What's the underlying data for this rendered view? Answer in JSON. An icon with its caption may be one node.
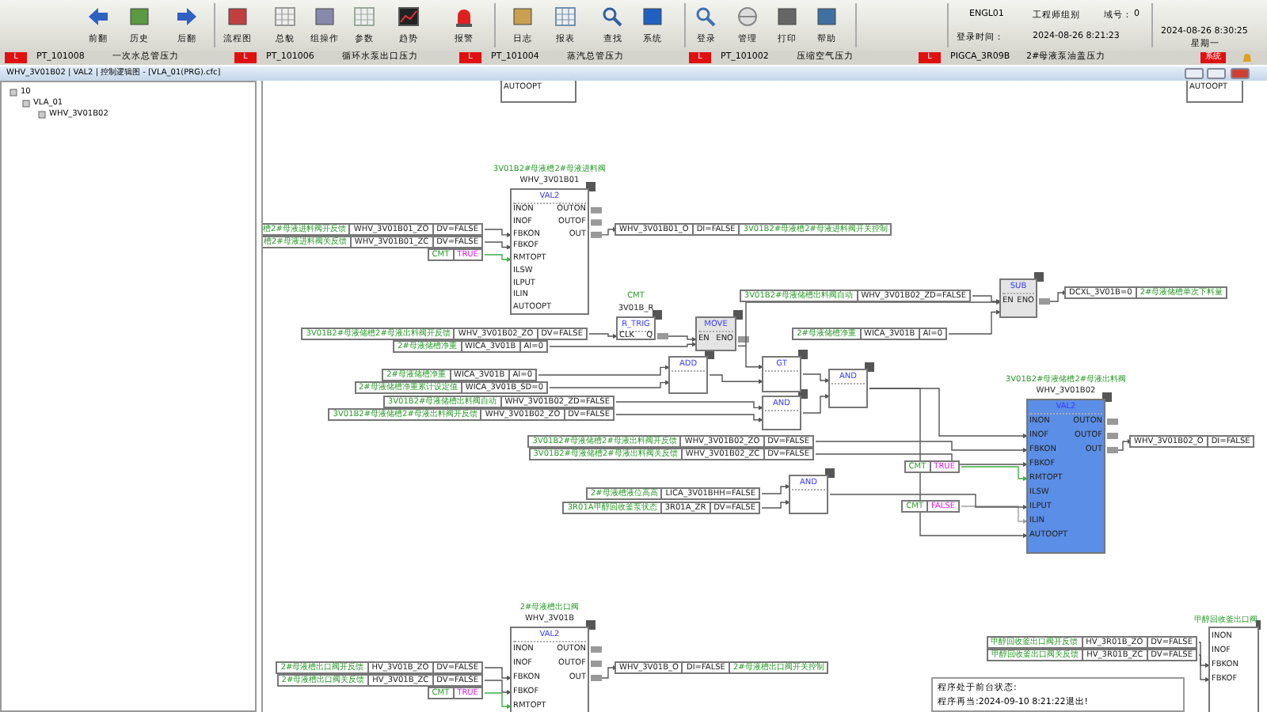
{
  "diagram": {
    "nodes": [
      {
        "text": [
          "AUTOOPT"
        ]
      },
      {
        "text": [
          "AUTOOPT"
        ]
      },
      {
        "text": [
          "3V01B2#母液槽2#母液进料阀",
          "WHV_3V01B01",
          "VAL2",
          "INON",
          "INOF",
          "FBKON",
          "FBKOF",
          "RMTOPT",
          "ILSW",
          "ILPUT",
          "ILIN",
          "AUTOOPT",
          "OUTON",
          "OUTOF",
          "OUT"
        ]
      },
      {
        "text": [
          "槽2#母液进料阀开反馈",
          "WHV_3V01B01_ZO",
          "DV=FALSE"
        ]
      },
      {
        "text": [
          "槽2#母液进料阀关反馈",
          "WHV_3V01B01_ZC",
          "DV=FALSE"
        ]
      },
      {
        "text": [
          "CMT",
          "TRUE"
        ]
      },
      {
        "text": [
          "WHV_3V01B01_O",
          "DI=FALSE",
          "3V01B2#母液槽2#母液进料阀开关控制"
        ]
      },
      {
        "text": [
          "CMT",
          "3V01B_R",
          "R_TRIG",
          "CLK",
          "Q"
        ]
      },
      {
        "text": [
          "3V01B2#母液储槽2#母液出料阀开反馈",
          "WHV_3V01B02_ZO",
          "DV=FALSE"
        ]
      },
      {
        "text": [
          "MOVE",
          "EN",
          "ENO"
        ]
      },
      {
        "text": [
          "2#母液储槽净重",
          "WICA_3V01B",
          "AI=0"
        ]
      },
      {
        "text": [
          "ADD"
        ]
      },
      {
        "text": [
          "2#母液储槽净重",
          "WICA_3V01B",
          "AI=0"
        ]
      },
      {
        "text": [
          "2#母液储槽净重累计设定值",
          "WICA_3V01B_SD=0"
        ]
      },
      {
        "text": [
          "3V01B2#母液储槽出料阀自动",
          "WHV_3V01B02_ZD=FALSE"
        ]
      },
      {
        "text": [
          "3V01B2#母液储槽2#母液出料阀开反馈",
          "WHV_3V01B02_ZO",
          "DV=FALSE"
        ]
      },
      {
        "text": [
          "GT"
        ]
      },
      {
        "text": [
          "AND"
        ]
      },
      {
        "text": [
          "AND"
        ]
      },
      {
        "text": [
          "SUB",
          "EN",
          "ENO"
        ]
      },
      {
        "text": [
          "3V01B2#母液储槽出料阀自动",
          "WHV_3V01B02_ZD=FALSE"
        ]
      },
      {
        "text": [
          "2#母液储槽净重",
          "WICA_3V01B",
          "AI=0"
        ]
      },
      {
        "text": [
          "DCXL_3V01B=0",
          "2#母液储槽单次下料量"
        ]
      },
      {
        "text": [
          "3V01B2#母液储槽2#母液出料阀",
          "WHV_3V01B02",
          "VAL2",
          "INON",
          "INOF",
          "FBKON",
          "FBKOF",
          "RMTOPT",
          "ILSW",
          "ILPUT",
          "ILIN",
          "AUTOOPT",
          "OUTON",
          "OUTOF",
          "OUT"
        ]
      },
      {
        "text": [
          "3V01B2#母液储槽2#母液出料阀开反馈",
          "WHV_3V01B02_ZO",
          "DV=FALSE"
        ]
      },
      {
        "text": [
          "3V01B2#母液储槽2#母液出料阀关反馈",
          "WHV_3V01B02_ZC",
          "DV=FALSE"
        ]
      },
      {
        "text": [
          "CMT",
          "TRUE"
        ]
      },
      {
        "text": [
          "CMT",
          "FALSE"
        ]
      },
      {
        "text": [
          "WHV_3V01B02_O",
          "DI=FALSE"
        ]
      },
      {
        "text": [
          "AND"
        ]
      },
      {
        "text": [
          "2#母液槽液位高高",
          "LICA_3V01BHH=FALSE"
        ]
      },
      {
        "text": [
          "3R01A甲醇回收釜泵状态",
          "3R01A_ZR",
          "DV=FALSE"
        ]
      },
      {
        "text": [
          "2#母液槽出口阀",
          "WHV_3V01B",
          "VAL2",
          "INON",
          "INOF",
          "FBKON",
          "FBKOF",
          "RMTOPT",
          "OUTON",
          "OUTOF",
          "OUT"
        ]
      },
      {
        "text": [
          "2#母液槽出口阀开反馈",
          "HV_3V01B_ZO",
          "DV=FALSE"
        ]
      },
      {
        "text": [
          "2#母液槽出口阀关反馈",
          "HV_3V01B_ZC",
          "DV=FALSE"
        ]
      },
      {
        "text": [
          "CMT",
          "TRUE"
        ]
      },
      {
        "text": [
          "WHV_3V01B_O",
          "DI=FALSE",
          "2#母液槽出口阀开关控制"
        ]
      },
      {
        "text": [
          "甲醇回收釜出口阀",
          "INON",
          "INOF",
          "FBKON",
          "FBKOF"
        ]
      },
      {
        "text": [
          "甲醇回收釜出口阀开反馈",
          "HV_3R01B_ZO",
          "DV=FALSE"
        ]
      },
      {
        "text": [
          "甲醇回收釜出口阀关反馈",
          "HV_3R01B_ZC",
          "DV=FALSE"
        ]
      }
    ],
    "edges": [
      {
        "from": 3,
        "to": 2,
        "arrow": "to"
      },
      {
        "from": 4,
        "to": 2,
        "arrow": "to"
      },
      {
        "from": 5,
        "to": 2,
        "arrow": "to",
        "color": "#3cb043"
      },
      {
        "from": 2,
        "to": 6,
        "arrow": "to"
      },
      {
        "from": 8,
        "to": 7,
        "arrow": "to"
      },
      {
        "from": 7,
        "to": 9,
        "arrow": "to"
      },
      {
        "from": 10,
        "to": 9,
        "arrow": "to"
      },
      {
        "from": 12,
        "to": 11,
        "arrow": "to"
      },
      {
        "from": 13,
        "to": 11,
        "arrow": "to"
      },
      {
        "from": 9,
        "to": 16,
        "arrow": "to"
      },
      {
        "from": 11,
        "to": 16,
        "arrow": "to"
      },
      {
        "from": 14,
        "to": 17,
        "arrow": "to"
      },
      {
        "from": 15,
        "to": 17,
        "arrow": "to"
      },
      {
        "from": 16,
        "to": 18,
        "arrow": "to"
      },
      {
        "from": 17,
        "to": 18,
        "arrow": "to"
      },
      {
        "from": 18,
        "to": 23,
        "arrow": "to"
      },
      {
        "from": 20,
        "to": 19,
        "arrow": "to"
      },
      {
        "from": 9,
        "to": 19,
        "arrow": "to"
      },
      {
        "from": 21,
        "to": 19,
        "arrow": "to"
      },
      {
        "from": 19,
        "to": 22,
        "arrow": "to"
      },
      {
        "from": 24,
        "to": 23,
        "arrow": "to"
      },
      {
        "from": 25,
        "to": 23,
        "arrow": "to"
      },
      {
        "from": 26,
        "to": 23,
        "arrow": "to",
        "color": "#3cb043"
      },
      {
        "from": 27,
        "to": 23,
        "arrow": "to",
        "color": "#a0a0a0"
      },
      {
        "from": 29,
        "to": 23,
        "arrow": "to"
      },
      {
        "from": 18,
        "to": 23,
        "arrow": "to"
      },
      {
        "from": 23,
        "to": 28,
        "arrow": "to"
      },
      {
        "from": 30,
        "to": 29,
        "arrow": "to"
      },
      {
        "from": 31,
        "to": 29,
        "arrow": "to"
      },
      {
        "from": 33,
        "to": 32,
        "arrow": "to"
      },
      {
        "from": 34,
        "to": 32,
        "arrow": "to"
      },
      {
        "from": 35,
        "to": 32,
        "arrow": "to",
        "color": "#3cb043"
      },
      {
        "from": 32,
        "to": 36,
        "arrow": "to"
      },
      {
        "from": 38,
        "to": 37,
        "arrow": "to"
      },
      {
        "from": 39,
        "to": 37,
        "arrow": "to"
      }
    ],
    "labels": [
      "前翻",
      "历史",
      "后翻",
      "流程图",
      "总貌",
      "组操作",
      "参数",
      "趋势",
      "报警",
      "日志",
      "报表",
      "查找",
      "系统",
      "登录",
      "管理",
      "打印",
      "帮助",
      "ENGL01",
      "工程师组别",
      "域号：",
      "0",
      "登录时间：",
      "2024-08-26 8:21:23",
      "2024-08-26 8:30:25",
      "星期一",
      "L",
      "PT_101008",
      "一次水总管压力",
      "L",
      "PT_101006",
      "循环水泵出口压力",
      "L",
      "PT_101004",
      "蒸汽总管压力",
      "L",
      "PT_101002",
      "压缩空气压力",
      "L",
      "PIGCA_3R09B",
      "2#母液泵油盖压力",
      "系统",
      "WHV_3V01B02 | VAL2 | 控制逻辑图 - [VLA_01(PRG).cfc]",
      "10",
      "VLA_01",
      "WHV_3V01B02",
      "程序处于前台状态:",
      "程序再当:2024-09-10 8:21:22退出!"
    ]
  }
}
